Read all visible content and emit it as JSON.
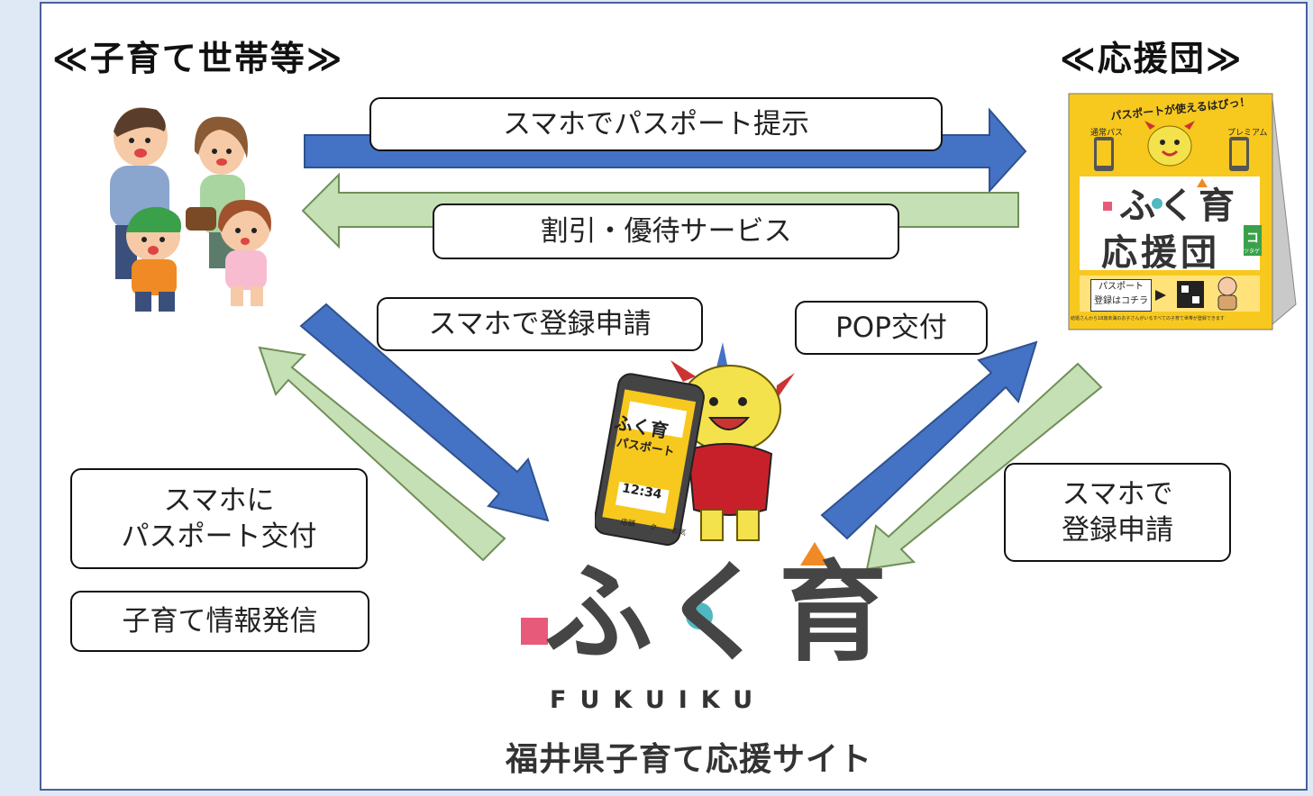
{
  "headings": {
    "left": "≪子育て世帯等≫",
    "right": "≪応援団≫"
  },
  "boxes": {
    "passport_present": "スマホでパスポート提示",
    "discount": "割引・優待サービス",
    "register_family": "スマホで登録申請",
    "pop": "POP交付",
    "issue_line1": "スマホに",
    "issue_line2": "パスポート交付",
    "info": "子育て情報発信",
    "register_shop_line1": "スマホで",
    "register_shop_line2": "登録申請"
  },
  "pop_stand": {
    "banner": "パスポートが使えるはぴっ！",
    "small_left": "通常パス",
    "small_right": "プレミアム",
    "logo_line1": "ふく育",
    "logo_line2": "応援団",
    "badge": "コ",
    "badge_sub": "ツタゲ",
    "passport_btn_1": "パスポート",
    "passport_btn_2": "登録はコチラ",
    "footnote": "結婚さんから18歳未満のお子さんがいるすべての子育て世帯が登録できます"
  },
  "phone": {
    "title_1": "ふく育",
    "title_2": "パスポート",
    "time": "12:34",
    "menu": [
      "店舗",
      "ク",
      "お気"
    ]
  },
  "logo": {
    "main": "ふく育",
    "roman": "FUKUIKU",
    "subtitle": "福井県子育て応援サイト"
  },
  "colors": {
    "blue_arrow": "#4472c4",
    "green_arrow": "#c5e0b4",
    "frame": "#4a5f9e",
    "pop_yellow": "#f7c81e",
    "logo_pink": "#e85a7a",
    "logo_teal": "#4fb8c0",
    "logo_orange": "#f08a24"
  },
  "icons": [
    "family-illustration",
    "mascot-with-phone",
    "pop-stand-illustration",
    "fukuiku-logo"
  ]
}
